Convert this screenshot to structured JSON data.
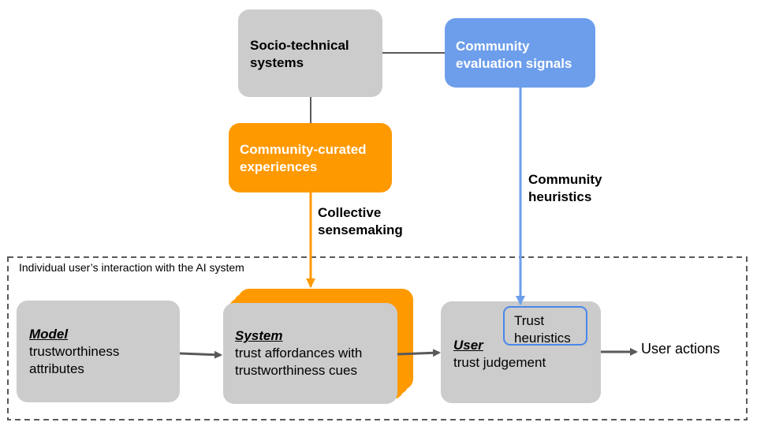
{
  "top": {
    "socio_technical": "Socio-technical\nsystems",
    "community_signals": "Community\nevaluation signals",
    "community_experiences": "Community-curated\nexperiences"
  },
  "edge_labels": {
    "collective": "Collective\nsensemaking",
    "community_heuristics": "Community\nheuristics"
  },
  "region": {
    "title": "Individual user’s interaction with the AI system"
  },
  "model": {
    "title": "Model",
    "body": "trustworthiness\nattributes"
  },
  "system": {
    "title": "System",
    "body": "trust affordances with\ntrustworthiness cues"
  },
  "user": {
    "title": "User",
    "body": "trust judgement"
  },
  "trust_heuristics": "Trust\nheuristics",
  "user_actions": "User actions",
  "colors": {
    "gray_box": "#cccccc",
    "orange": "#ff9900",
    "blue": "#6d9eeb",
    "blue_border": "#4a86e8",
    "connector": "#595959",
    "dashed": "#595959"
  }
}
